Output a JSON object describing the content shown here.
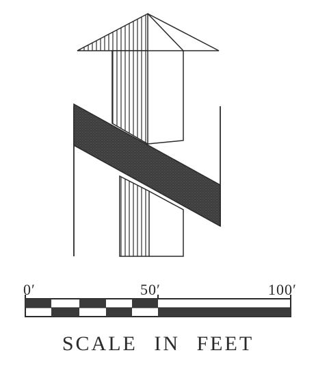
{
  "north_arrow": {
    "kind": "north-arrow"
  },
  "scale_bar": {
    "tick_labels": [
      "0′",
      "50′",
      "100′"
    ],
    "title": "SCALE IN FEET",
    "colors": {
      "dark": "#3a3a3a",
      "light": "#ffffff",
      "line": "#2a2a2a"
    }
  }
}
